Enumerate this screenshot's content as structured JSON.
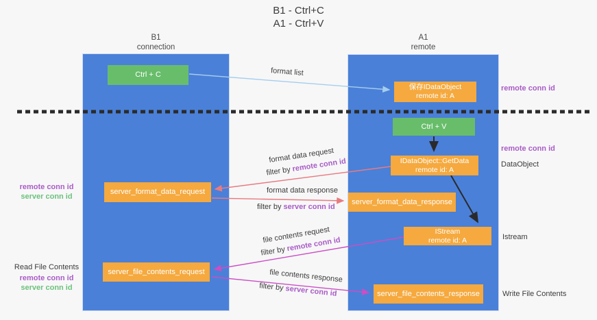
{
  "colors": {
    "bg": "#f7f7f8",
    "column-blue": "#4a80d8",
    "column-border": "#ccd9f2",
    "green-box": "#68bd6b",
    "orange-box": "#f5a93e",
    "arrow-blue": "#a5cdec",
    "arrow-red": "#e87b80",
    "arrow-magenta": "#cc4ec4",
    "arrow-black": "#2a2a2a",
    "dash": "#2b2b2b",
    "text-dark": "#3b3b3b",
    "text-purple": "#a95cc5",
    "text-green": "#6cc17c"
  },
  "title": {
    "line1": "B1 - Ctrl+C",
    "line2": "A1 - Ctrl+V"
  },
  "lanes": {
    "left": {
      "name": "B1",
      "role": "connection"
    },
    "right": {
      "name": "A1",
      "role": "remote"
    }
  },
  "nodes": {
    "ctrl_c": {
      "label": "Ctrl + C"
    },
    "save_idataobject": {
      "line1": "保存IDataObject",
      "line2": "remote id: A"
    },
    "ctrl_v": {
      "label": "Ctrl + V"
    },
    "getdata": {
      "line1": "IDataObject::GetData",
      "line2": "remote id: A"
    },
    "format_request": {
      "label": "server_format_data_request"
    },
    "format_response": {
      "label": "server_format_data_response"
    },
    "istream": {
      "line1": "IStream",
      "line2": "remote id: A"
    },
    "file_request": {
      "label": "server_file_contents_request"
    },
    "file_response": {
      "label": "server_file_contents_response"
    }
  },
  "edge_labels": {
    "format_list": {
      "text": "format list"
    },
    "format_data_request": {
      "text": "format data request",
      "filter_prefix": "filter by ",
      "filter_key": "remote conn id"
    },
    "format_data_response": {
      "text": "format data response",
      "filter_prefix": "filter by ",
      "filter_key": "server conn id"
    },
    "file_contents_request": {
      "text": "file contents request",
      "filter_prefix": "filter by ",
      "filter_key": "remote conn id"
    },
    "file_contents_response": {
      "text": "file contents response",
      "filter_prefix": "filter by ",
      "filter_key": "server conn id"
    }
  },
  "annotations": {
    "right_top_conn": "remote conn id",
    "right_mid_conn": "remote conn id",
    "right_dataobject": "DataObject",
    "right_istream": "Istream",
    "right_write": "Write File Contents",
    "left_format_remote": "remote conn id",
    "left_format_server": "server conn id",
    "left_read": "Read File Contents",
    "left_file_remote": "remote conn id",
    "left_file_server": "server conn id"
  }
}
